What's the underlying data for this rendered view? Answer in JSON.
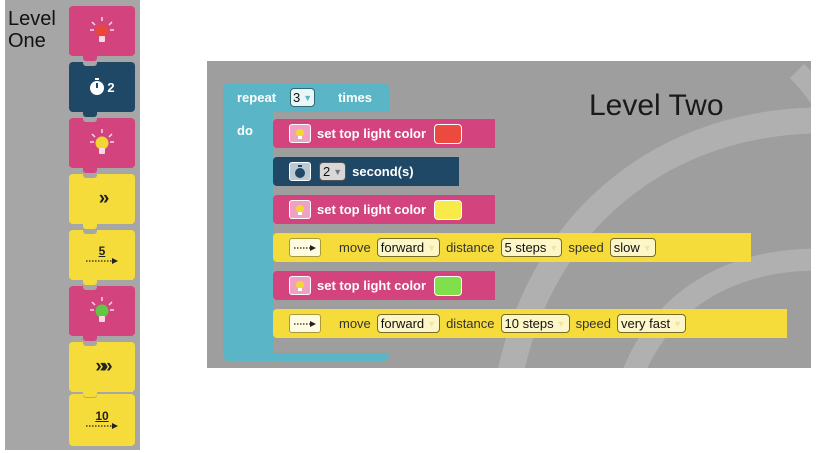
{
  "level_one": {
    "title": "Level\nOne",
    "blocks": [
      {
        "type": "light",
        "color": "red",
        "color_hex": "#e8473d"
      },
      {
        "type": "timer",
        "value": "2"
      },
      {
        "type": "light",
        "color": "yellow",
        "color_hex": "#f2d733"
      },
      {
        "type": "move-speed",
        "chevrons": "»"
      },
      {
        "type": "move-distance",
        "value": "5"
      },
      {
        "type": "light",
        "color": "green",
        "color_hex": "#60c744"
      },
      {
        "type": "move-speed",
        "chevrons": "»»"
      },
      {
        "type": "move-distance",
        "value": "10"
      }
    ]
  },
  "level_two": {
    "title": "Level Two",
    "repeat": {
      "label": "repeat",
      "count": "3",
      "times_label": "times",
      "do_label": "do"
    },
    "statements": [
      {
        "type": "light",
        "label": "set top light color",
        "color_hex": "#ed4a3f"
      },
      {
        "type": "wait",
        "value": "2",
        "label": "second(s)"
      },
      {
        "type": "light",
        "label": "set top light color",
        "color_hex": "#f7ea4a"
      },
      {
        "type": "move",
        "move_label": "move",
        "direction": "forward",
        "distance_label": "distance",
        "distance": "5 steps",
        "speed_label": "speed",
        "speed": "slow"
      },
      {
        "type": "light",
        "label": "set top light color",
        "color_hex": "#7fe04b"
      },
      {
        "type": "move",
        "move_label": "move",
        "direction": "forward",
        "distance_label": "distance",
        "distance": "10 steps",
        "speed_label": "speed",
        "speed": "very fast"
      }
    ]
  }
}
